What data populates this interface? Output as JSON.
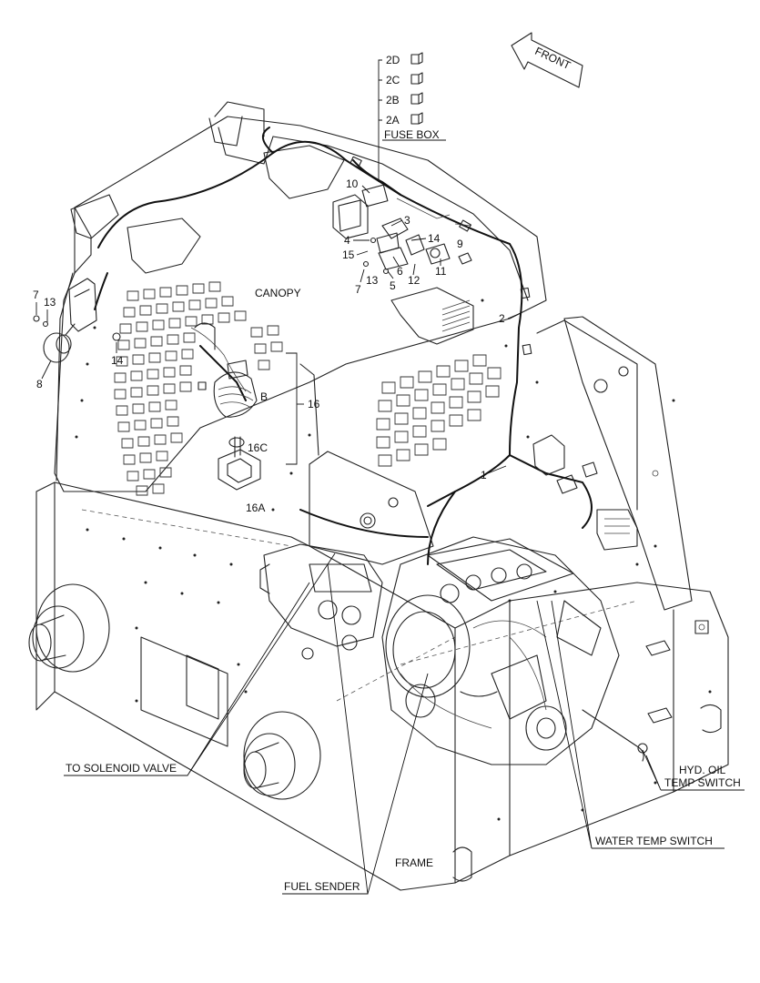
{
  "labels": {
    "front": "FRONT",
    "canopy": "CANOPY",
    "frame": "FRAME",
    "fuse_box": "FUSE BOX",
    "fuse_2d": "2D",
    "fuse_2c": "2C",
    "fuse_2b": "2B",
    "fuse_2a": "2A",
    "to_solenoid_valve": "TO SOLENOID VALVE",
    "fuel_sender": "FUEL SENDER",
    "water_temp_switch": "WATER TEMP SWITCH",
    "hyd_oil_line1": "HYD. OIL",
    "hyd_oil_line2": "TEMP SWITCH"
  },
  "callouts": {
    "c1": "1",
    "c2": "2",
    "c3": "3",
    "c4": "4",
    "c5": "5",
    "c6": "6",
    "c7a": "7",
    "c7b": "7",
    "c8": "8",
    "c9": "9",
    "c10": "10",
    "c11": "11",
    "c12": "12",
    "c13a": "13",
    "c13b": "13",
    "c14a": "14",
    "c14b": "14",
    "c15": "15",
    "c16": "16",
    "c16a": "16A",
    "c16b": "B",
    "c16c": "16C"
  }
}
